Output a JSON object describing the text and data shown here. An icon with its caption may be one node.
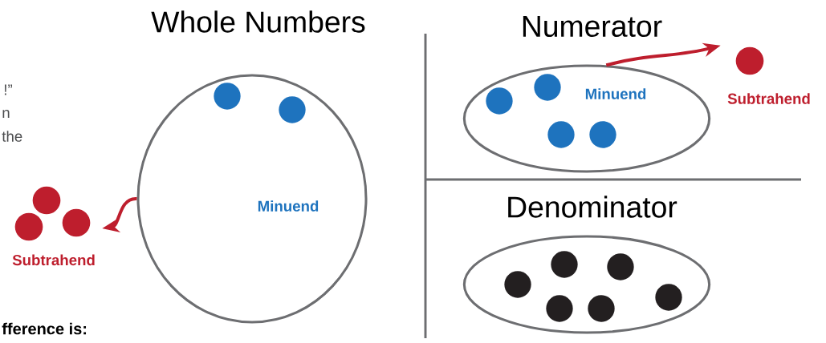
{
  "diagram": {
    "nodes": [
      {
        "text": [
          "Minuend"
        ]
      },
      {
        "text": [
          "Subtrahend"
        ]
      },
      {
        "text": [
          "Minuend"
        ]
      },
      {
        "text": [
          "Subtrahend"
        ]
      },
      {
        "text": [],
        "shape": "ellipse"
      }
    ],
    "edges": [
      {
        "from": 0,
        "to": 1,
        "arrow": "to"
      },
      {
        "from": 2,
        "to": 3,
        "arrow": "to"
      }
    ],
    "labels": [
      "Whole Numbers",
      "Numerator",
      "!”",
      "n",
      "the",
      "Denominator",
      "fference is:"
    ]
  }
}
